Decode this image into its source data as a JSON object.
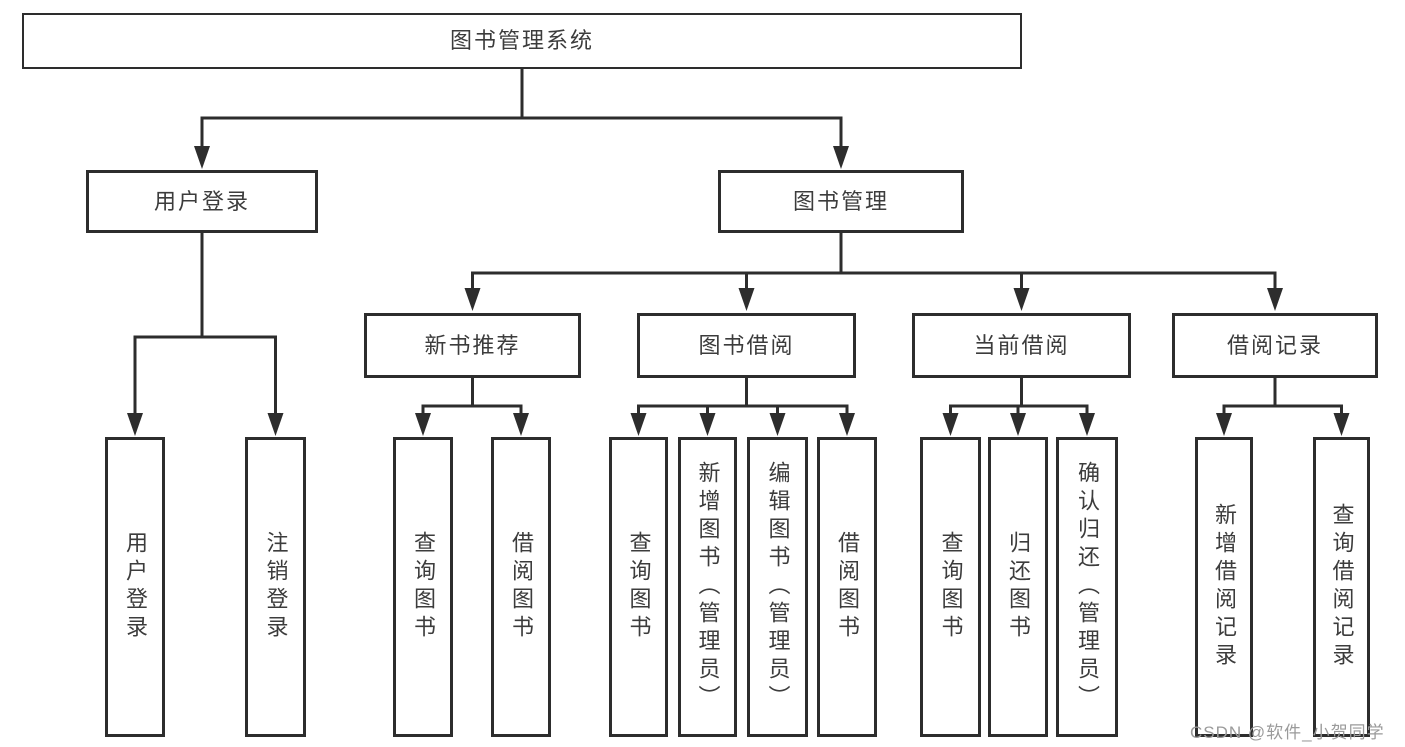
{
  "diagram": {
    "title_node": "图书管理系统",
    "type": "hierarchy-tree",
    "nodes": {
      "root": {
        "label": "图书管理系统"
      },
      "user_login": {
        "label": "用户登录"
      },
      "book_management": {
        "label": "图书管理"
      },
      "new_book_recommend": {
        "label": "新书推荐"
      },
      "book_borrow": {
        "label": "图书借阅"
      },
      "current_borrow": {
        "label": "当前借阅"
      },
      "borrow_records": {
        "label": "借阅记录"
      },
      "leaf_user_login": {
        "label": "用户登录"
      },
      "leaf_logout": {
        "label": "注销登录"
      },
      "leaf_query_book_newrec": {
        "label": "查询图书"
      },
      "leaf_borrow_book_newrec": {
        "label": "借阅图书"
      },
      "leaf_query_book_borrow": {
        "label": "查询图书"
      },
      "leaf_add_book_admin": {
        "label": "新增图书（管理员）"
      },
      "leaf_edit_book_admin": {
        "label": "编辑图书（管理员）"
      },
      "leaf_borrow_book_borrow": {
        "label": "借阅图书"
      },
      "leaf_query_book_current": {
        "label": "查询图书"
      },
      "leaf_return_book": {
        "label": "归还图书"
      },
      "leaf_confirm_return_admin": {
        "label": "确认归还（管理员）"
      },
      "leaf_add_borrow_record": {
        "label": "新增借阅记录"
      },
      "leaf_query_borrow_record": {
        "label": "查询借阅记录"
      }
    },
    "edges": [
      [
        "root",
        "user_login"
      ],
      [
        "root",
        "book_management"
      ],
      [
        "user_login",
        "leaf_user_login"
      ],
      [
        "user_login",
        "leaf_logout"
      ],
      [
        "book_management",
        "new_book_recommend"
      ],
      [
        "book_management",
        "book_borrow"
      ],
      [
        "book_management",
        "current_borrow"
      ],
      [
        "book_management",
        "borrow_records"
      ],
      [
        "new_book_recommend",
        "leaf_query_book_newrec"
      ],
      [
        "new_book_recommend",
        "leaf_borrow_book_newrec"
      ],
      [
        "book_borrow",
        "leaf_query_book_borrow"
      ],
      [
        "book_borrow",
        "leaf_add_book_admin"
      ],
      [
        "book_borrow",
        "leaf_edit_book_admin"
      ],
      [
        "book_borrow",
        "leaf_borrow_book_borrow"
      ],
      [
        "current_borrow",
        "leaf_query_book_current"
      ],
      [
        "current_borrow",
        "leaf_return_book"
      ],
      [
        "current_borrow",
        "leaf_confirm_return_admin"
      ],
      [
        "borrow_records",
        "leaf_add_borrow_record"
      ],
      [
        "borrow_records",
        "leaf_query_borrow_record"
      ]
    ],
    "colors": {
      "line": "#2d2d2d",
      "box_border": "#2d2d2d",
      "box_fill": "#ffffff",
      "text": "#3c3c3c",
      "background": "#ffffff",
      "watermark": "#9a9a9a"
    }
  },
  "watermark": {
    "text": "CSDN @软件_小贺同学"
  }
}
